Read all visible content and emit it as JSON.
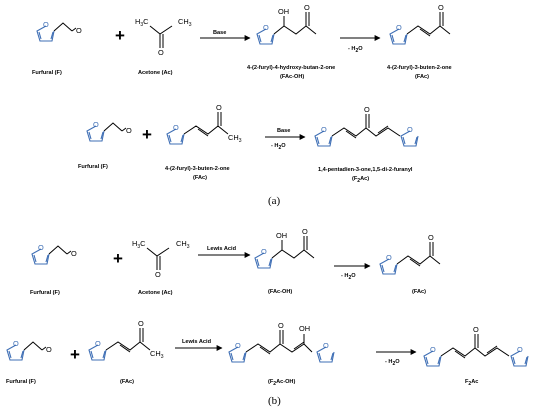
{
  "panel_a": {
    "label": "(a)",
    "row1": {
      "furfural": "Furfural (F)",
      "acetone": "Acetone (Ac)",
      "arrow1": "Base",
      "fac_oh_name": "4-(2-furyl)-4-hydroxy-butan-2-one",
      "fac_oh_abbr": "(FAc-OH)",
      "arrow2": "- H",
      "arrow2_tail": "O",
      "fac_name": "4-(2-furyl)-3-buten-2-one",
      "fac_abbr": "(FAc)"
    },
    "row2": {
      "furfural": "Furfural (F)",
      "fac_name": "4-(2-furyl)-3-buten-2-one",
      "fac_abbr": "(FAc)",
      "arrow_top": "Base",
      "arrow_bottom": "- H",
      "arrow_bottom_tail": "O",
      "f2ac_name": "1,4-pentadien-3-one,1,5-di-2-furanyl",
      "f2ac_abbr": "(F",
      "f2ac_abbr_tail": "Ac)"
    }
  },
  "panel_b": {
    "label": "(b)",
    "row1": {
      "furfural": "Furfural (F)",
      "acetone": "Acetone (Ac)",
      "arrow1": "Lewis Acid",
      "fac_oh_abbr": "(FAc-OH)",
      "arrow2": "- H",
      "arrow2_tail": "O",
      "fac_abbr": "(FAc)"
    },
    "row2": {
      "furfural": "Furfural (F)",
      "fac_abbr": "(FAc)",
      "arrow1": "Lewis Acid",
      "f2acoh_abbr": "(F",
      "f2acoh_tail": "Ac-OH)",
      "arrow2": "- H",
      "arrow2_tail": "O",
      "f2ac_abbr": "F",
      "f2ac_tail": "Ac"
    }
  },
  "atoms": {
    "O": "O",
    "OH": "OH",
    "CH3": "CH",
    "H3C": "H",
    "C": "C",
    "three": "3",
    "two": "2",
    "plus": "+"
  },
  "colors": {
    "furan_ring": "#3f6fb5",
    "ink": "#000000"
  }
}
